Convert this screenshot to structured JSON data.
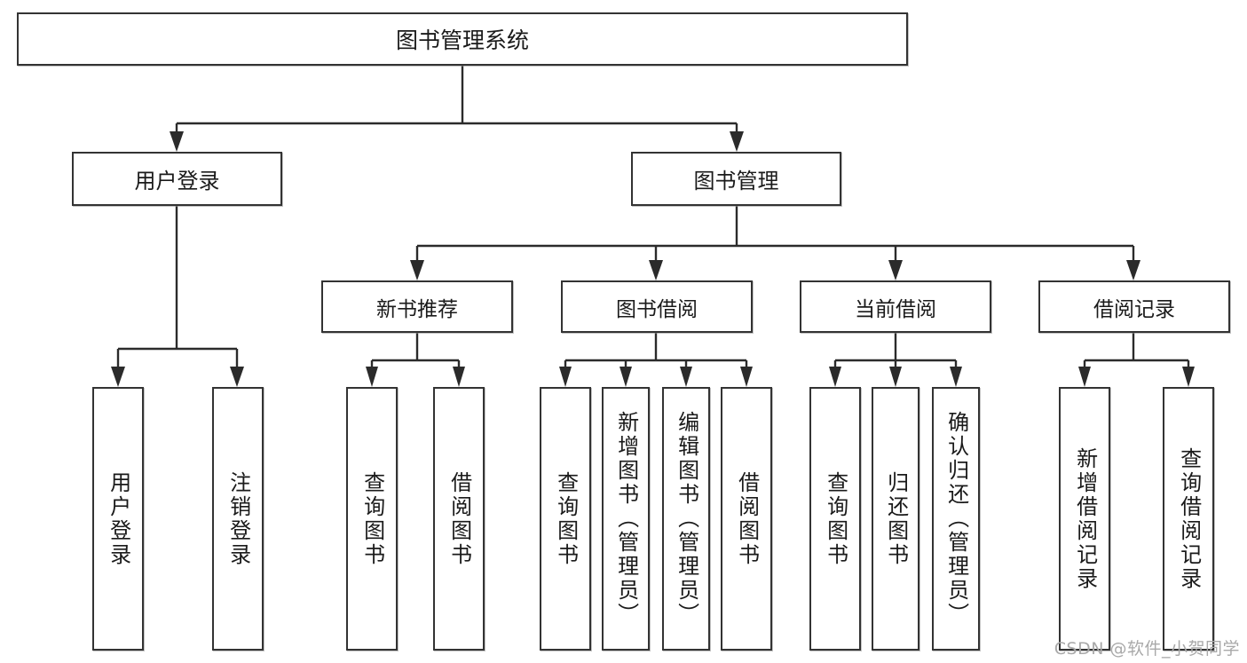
{
  "diagram": {
    "title": "图书管理系统",
    "type": "tree-hierarchy-chart",
    "root": {
      "label": "图书管理系统"
    },
    "level1": [
      {
        "label": "用户登录"
      },
      {
        "label": "图书管理"
      }
    ],
    "level2": [
      {
        "label": "新书推荐",
        "parent": "图书管理"
      },
      {
        "label": "图书借阅",
        "parent": "图书管理"
      },
      {
        "label": "当前借阅",
        "parent": "图书管理"
      },
      {
        "label": "借阅记录",
        "parent": "图书管理"
      }
    ],
    "leaves": [
      {
        "label": "用户登录",
        "parent": "用户登录"
      },
      {
        "label": "注销登录",
        "parent": "用户登录"
      },
      {
        "label": "查询图书",
        "parent": "新书推荐"
      },
      {
        "label": "借阅图书",
        "parent": "新书推荐"
      },
      {
        "label": "查询图书",
        "parent": "图书借阅"
      },
      {
        "label": "新增图书（管理员）",
        "parent": "图书借阅"
      },
      {
        "label": "编辑图书（管理员）",
        "parent": "图书借阅"
      },
      {
        "label": "借阅图书",
        "parent": "图书借阅"
      },
      {
        "label": "查询图书",
        "parent": "当前借阅"
      },
      {
        "label": "归还图书",
        "parent": "当前借阅"
      },
      {
        "label": "确认归还（管理员）",
        "parent": "当前借阅"
      },
      {
        "label": "新增借阅记录",
        "parent": "借阅记录"
      },
      {
        "label": "查询借阅记录",
        "parent": "借阅记录"
      }
    ]
  },
  "watermark": {
    "text": "CSDN @软件_小贺同学"
  },
  "colors": {
    "box_border": "#333333",
    "connector": "#2b2b2b",
    "background": "#ffffff",
    "watermark": "#a9a9a9"
  }
}
